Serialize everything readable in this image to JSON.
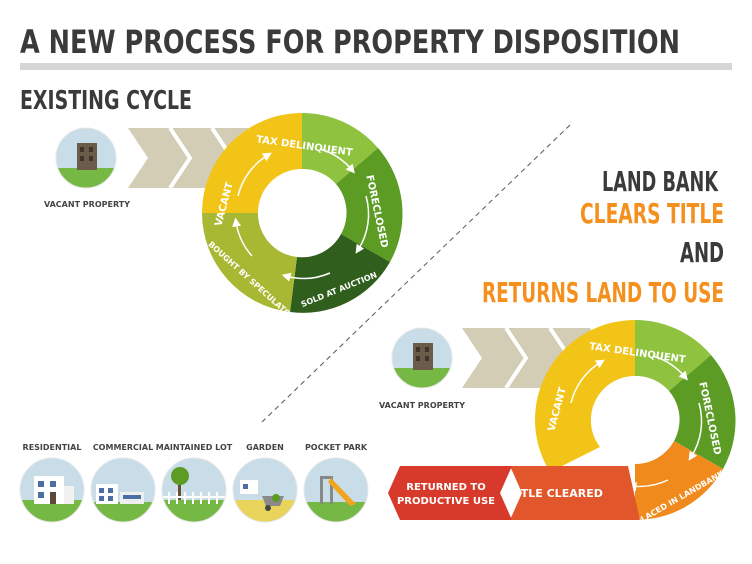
{
  "header": {
    "title": "A NEW PROCESS FOR PROPERTY DISPOSITION",
    "subtitle": "EXISTING CYCLE"
  },
  "colors": {
    "title_text": "#3a3a3a",
    "title_rule": "#d6d6d6",
    "arrow_band": "#d4cdb6",
    "vacant": "#f2c418",
    "tax_delinquent": "#8fc23e",
    "foreclosed": "#5c9c25",
    "sold_at_auction": "#2f5e1d",
    "bought_by_speculator": "#a8b832",
    "placed_in_landbank": "#f08a1c",
    "title_cleared": "#e2562b",
    "returned": "#d73a2a",
    "accent_orange": "#f3901e"
  },
  "existing_cycle": {
    "start_label": "VACANT PROPERTY",
    "steps": [
      "VACANT",
      "TAX DELINQUENT",
      "FORECLOSED",
      "SOLD AT AUCTION",
      "BOUGHT BY SPECULATOR"
    ]
  },
  "landbank_message": {
    "line1": "LAND BANK",
    "line2": "CLEARS TITLE",
    "line3": "AND",
    "line4": "RETURNS LAND TO USE"
  },
  "new_process": {
    "start_label": "VACANT PROPERTY",
    "steps": [
      "VACANT",
      "TAX DELINQUENT",
      "FORECLOSED",
      "PLACED IN LANDBANK"
    ],
    "title_cleared": "TITLE CLEARED",
    "returned_line1": "RETURNED TO",
    "returned_line2": "PRODUCTIVE USE"
  },
  "outcomes": [
    {
      "label": "RESIDENTIAL",
      "icon": "house-icon"
    },
    {
      "label": "COMMERCIAL",
      "icon": "commercial-building-icon"
    },
    {
      "label": "MAINTAINED LOT",
      "icon": "tree-fence-icon"
    },
    {
      "label": "GARDEN",
      "icon": "garden-wheelbarrow-icon"
    },
    {
      "label": "POCKET PARK",
      "icon": "slide-playground-icon"
    }
  ]
}
